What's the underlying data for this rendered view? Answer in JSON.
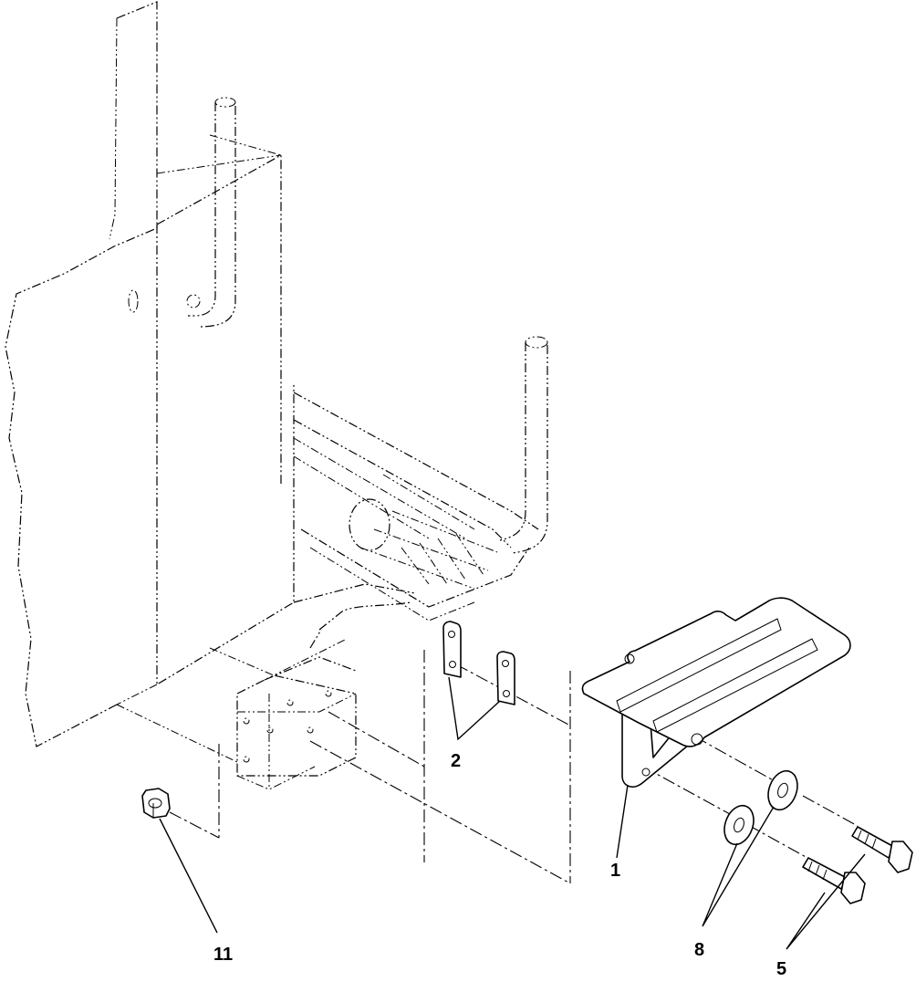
{
  "callouts": [
    {
      "id": "c1",
      "label": "1"
    },
    {
      "id": "c2",
      "label": "2"
    },
    {
      "id": "c5",
      "label": "5"
    },
    {
      "id": "c8",
      "label": "8"
    },
    {
      "id": "c11",
      "label": "11"
    }
  ]
}
